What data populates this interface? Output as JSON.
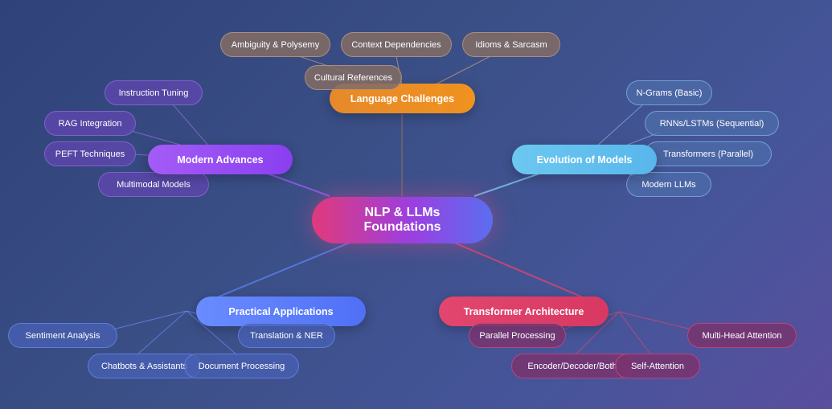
{
  "center": {
    "line1": "NLP & LLMs",
    "line2": "Foundations"
  },
  "branches": {
    "language": {
      "label": "Language Challenges",
      "color": "#f0921f",
      "leaves": [
        "Ambiguity & Polysemy",
        "Context Dependencies",
        "Idioms & Sarcasm",
        "Cultural References"
      ]
    },
    "evolution": {
      "label": "Evolution of Models",
      "color": "#6cc8f0",
      "leaves": [
        "N-Grams (Basic)",
        "RNNs/LSTMs (Sequential)",
        "Transformers (Parallel)",
        "Modern LLMs"
      ]
    },
    "modern": {
      "label": "Modern Advances",
      "color": "#8a3ff0",
      "leaves": [
        "Instruction Tuning",
        "RAG Integration",
        "PEFT Techniques",
        "Multimodal Models"
      ]
    },
    "applications": {
      "label": "Practical Applications",
      "color": "#4f70f6",
      "leaves": [
        "Sentiment Analysis",
        "Translation & NER",
        "Chatbots & Assistants",
        "Document Processing"
      ]
    },
    "transformer": {
      "label": "Transformer Architecture",
      "color": "#d83862",
      "leaves": [
        "Parallel Processing",
        "Multi-Head Attention",
        "Encoder/Decoder/Both",
        "Self-Attention"
      ]
    }
  }
}
